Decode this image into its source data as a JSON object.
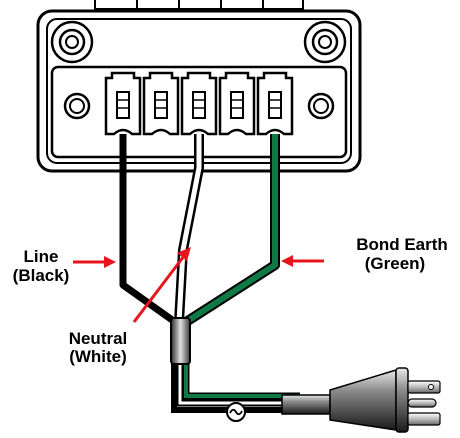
{
  "labels": {
    "line": {
      "name": "Line",
      "color": "(Black)"
    },
    "neutral": {
      "name": "Neutral",
      "color": "(White)"
    },
    "earth": {
      "name": "Bond Earth",
      "color": "(Green)"
    }
  },
  "terminal_slots": 5,
  "colors": {
    "wire_line": "#000000",
    "wire_neutral": "#ffffff",
    "wire_earth": "#0f7a45",
    "arrow": "#e8141c",
    "outline": "#000000"
  },
  "icons": [
    "screw-icon",
    "ac-symbol-icon",
    "power-plug-icon"
  ]
}
